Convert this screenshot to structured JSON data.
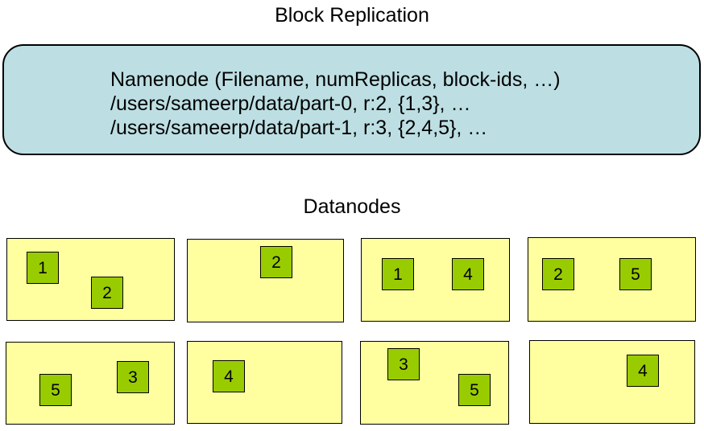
{
  "title": "Block Replication",
  "namenode": {
    "lines": [
      "Namenode (Filename, numReplicas, block-ids, …)",
      "/users/sameerp/data/part-0, r:2, {1,3}, …",
      "/users/sameerp/data/part-1, r:3, {2,4,5}, …"
    ]
  },
  "datanodes_label": "Datanodes",
  "colors": {
    "namenode_fill": "#BDDFE3",
    "datanode_fill": "#FFFFA0",
    "block_fill": "#99CC00",
    "border": "#000000",
    "background": "#FFFFFF",
    "text": "#000000"
  },
  "datanodes": [
    {
      "blocks": [
        "1",
        "2"
      ]
    },
    {
      "blocks": [
        "2"
      ]
    },
    {
      "blocks": [
        "1",
        "4"
      ]
    },
    {
      "blocks": [
        "2",
        "5"
      ]
    },
    {
      "blocks": [
        "5",
        "3"
      ]
    },
    {
      "blocks": [
        "4"
      ]
    },
    {
      "blocks": [
        "3",
        "5"
      ]
    },
    {
      "blocks": [
        "4"
      ]
    }
  ]
}
